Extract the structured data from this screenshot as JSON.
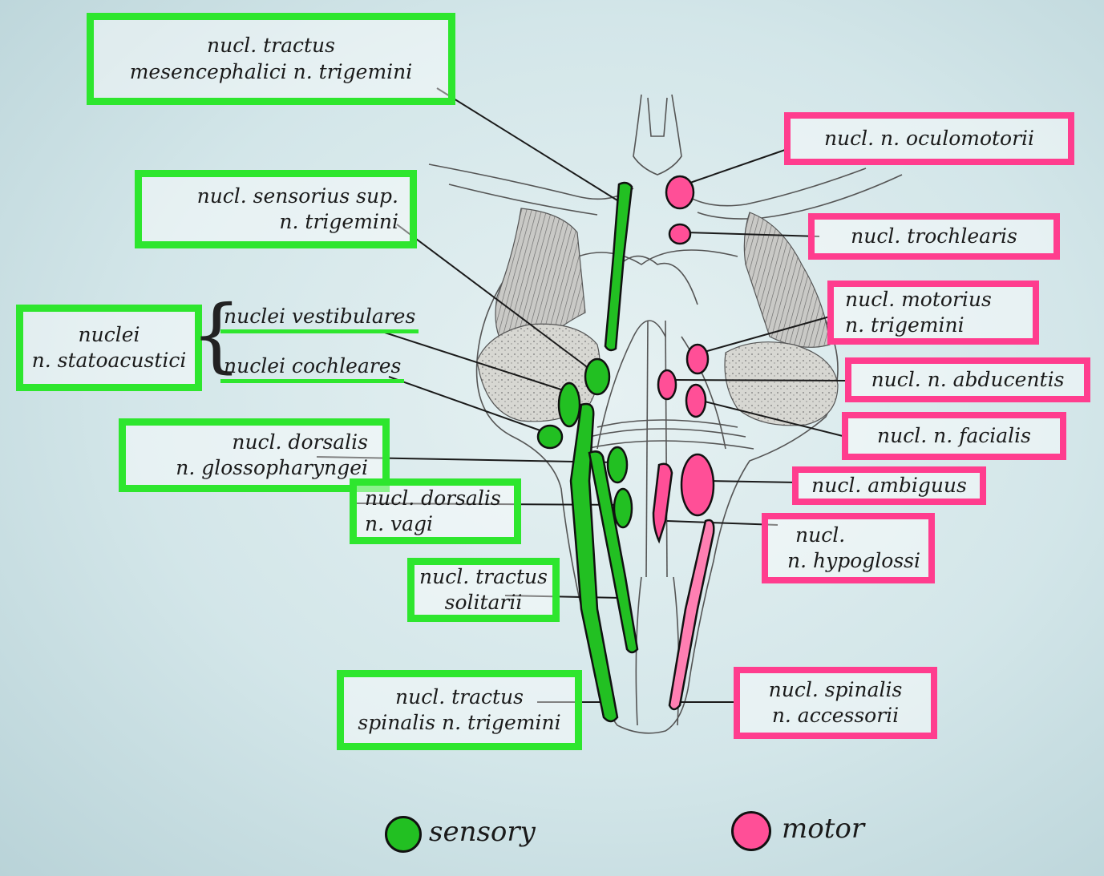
{
  "colors": {
    "sensory": "#2ee62e",
    "motor": "#ff3d8e",
    "background": "#d3e6e9"
  },
  "sensory_labels": {
    "mesencephalic": [
      "nucl. tractus",
      "mesencephalici  n. trigemini"
    ],
    "sensorius": [
      "nucl. sensorius  sup.",
      "n. trigemini"
    ],
    "statoacustici": [
      "nuclei",
      "n. statoacustici"
    ],
    "vestibular": "nuclei  vestibulares",
    "cochlear": "nuclei  cochleares",
    "glossopharyngei": [
      "nucl. dorsalis",
      "n.  glossopharyngei"
    ],
    "vagi": [
      "nucl. dorsalis",
      "n. vagi"
    ],
    "solitarii": [
      "nucl.  tractus",
      "solitarii"
    ],
    "spinalis_trigemini": [
      "nucl. tractus",
      "spinalis  n. trigemini"
    ]
  },
  "motor_labels": {
    "oculomotorii": "nucl. n. oculomotorii",
    "trochlearis": "nucl. trochlearis",
    "motorius_trigemini": [
      "nucl. motorius",
      "n. trigemini"
    ],
    "abducentis": "nucl. n. abducentis",
    "facialis": "nucl. n. facialis",
    "ambiguus": "nucl. ambiguus",
    "hypoglossi": [
      "nucl.",
      "n. hypoglossi"
    ],
    "accessorii": [
      "nucl.  spinalis",
      "n. accessorii"
    ]
  },
  "legend": {
    "sensory": "sensory",
    "motor": "motor"
  }
}
